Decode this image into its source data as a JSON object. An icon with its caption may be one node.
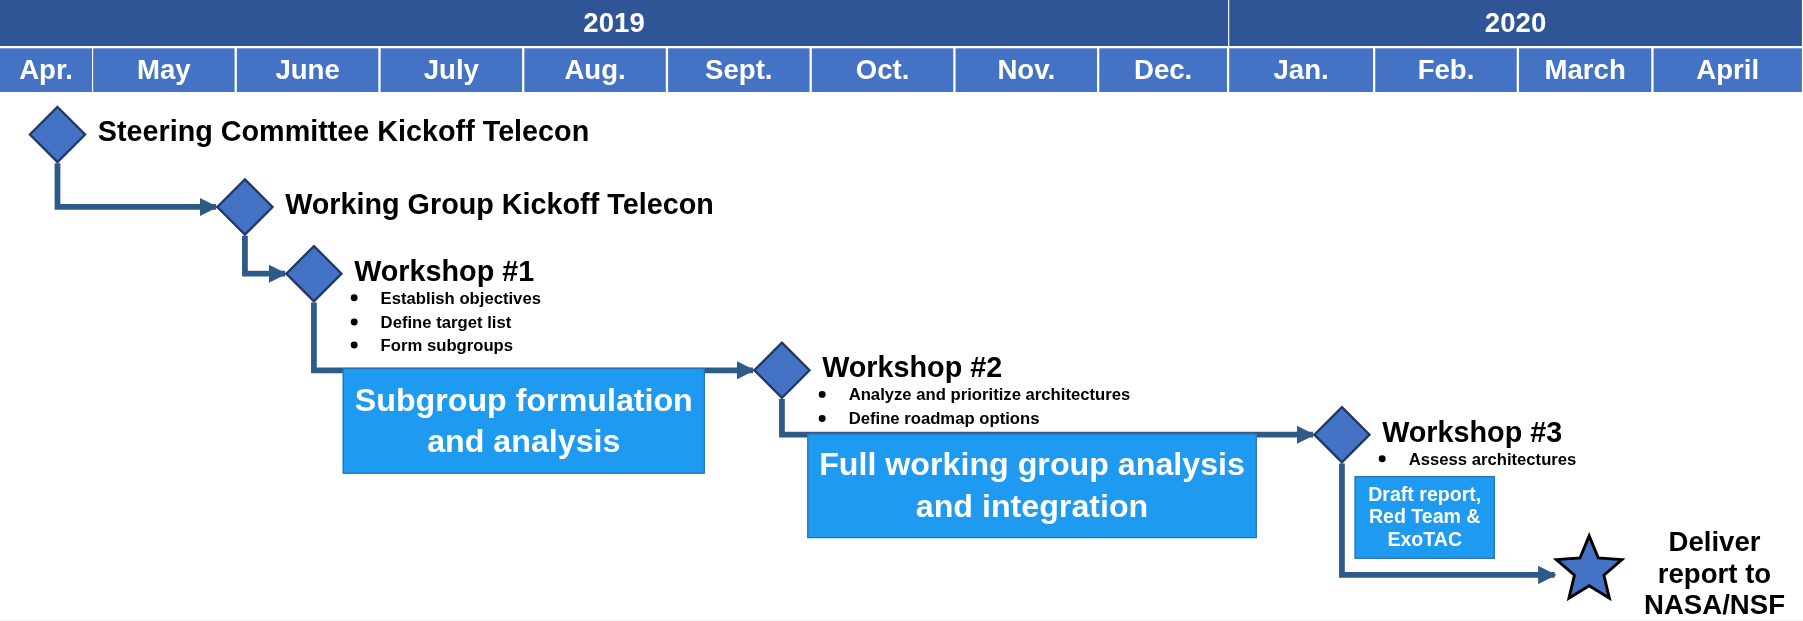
{
  "diagram": {
    "nodes": [
      {
        "text": [
          "Steering Committee Kickoff Telecon"
        ]
      },
      {
        "text": [
          "Working Group Kickoff Telecon"
        ]
      },
      {
        "text": [
          "Workshop #1",
          "Establish objectives",
          "Define target list",
          "Form subgroups"
        ]
      },
      {
        "text": [
          "Subgroup formulation and analysis"
        ]
      },
      {
        "text": [
          "Workshop #2",
          "Analyze and prioritize architectures",
          "Define roadmap options"
        ]
      },
      {
        "text": [
          "Full working group analysis and integration"
        ]
      },
      {
        "text": [
          "Workshop #3",
          "Assess architectures"
        ]
      },
      {
        "text": [
          "Draft report, Red Team & ExoTAC"
        ]
      },
      {
        "text": [
          "Deliver report to NASA/NSF"
        ]
      }
    ],
    "edges": [
      {
        "from": 0,
        "to": 1,
        "arrow": "to"
      },
      {
        "from": 1,
        "to": 2,
        "arrow": "to"
      },
      {
        "from": 2,
        "to": 4,
        "arrow": "to"
      },
      {
        "from": 4,
        "to": 6,
        "arrow": "to"
      },
      {
        "from": 6,
        "to": 8,
        "arrow": "to"
      }
    ],
    "labels": [
      "2019",
      "2020",
      "Apr.",
      "May",
      "June",
      "July",
      "Aug.",
      "Sept.",
      "Oct.",
      "Nov.",
      "Dec.",
      "Jan.",
      "Feb.",
      "March",
      "April"
    ]
  }
}
